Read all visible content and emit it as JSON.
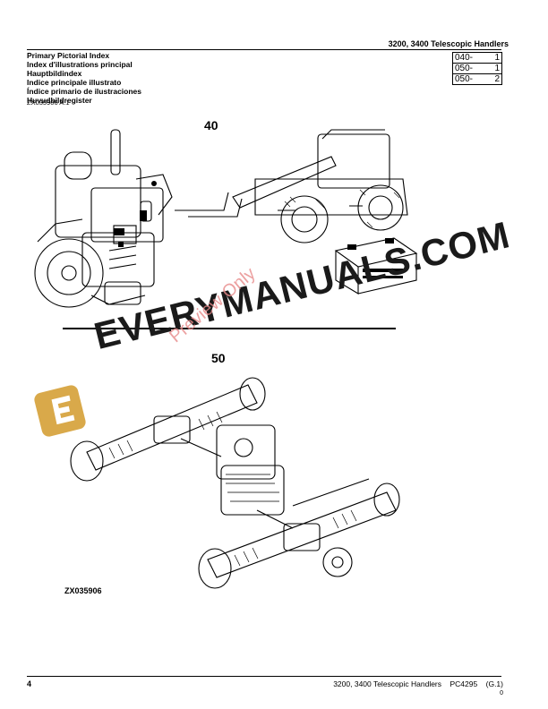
{
  "header": {
    "title": "3200, 3400 Telescopic Handlers"
  },
  "titles": [
    "Primary Pictorial Index",
    "Index d'illustrations principal",
    "Hauptbildindex",
    "Indice principale illustrato",
    "Índice primario de ilustraciones",
    "Huvudbildregister"
  ],
  "index": [
    {
      "code": "040-",
      "page": "1"
    },
    {
      "code": "050-",
      "page": "1"
    },
    {
      "code": "050-",
      "page": "2"
    }
  ],
  "ref_code": "ZX035906 A.1",
  "sections": {
    "s40": "40",
    "s50": "50"
  },
  "figure_id": "ZX035906",
  "watermark": {
    "brand": "EVERYMANUALS.COM",
    "overlay": "Preview Only",
    "logo_letter": "E"
  },
  "footer": {
    "page_number": "4",
    "doc": "3200, 3400 Telescopic Handlers    PC4295    (G.1)",
    "sub": "0"
  }
}
